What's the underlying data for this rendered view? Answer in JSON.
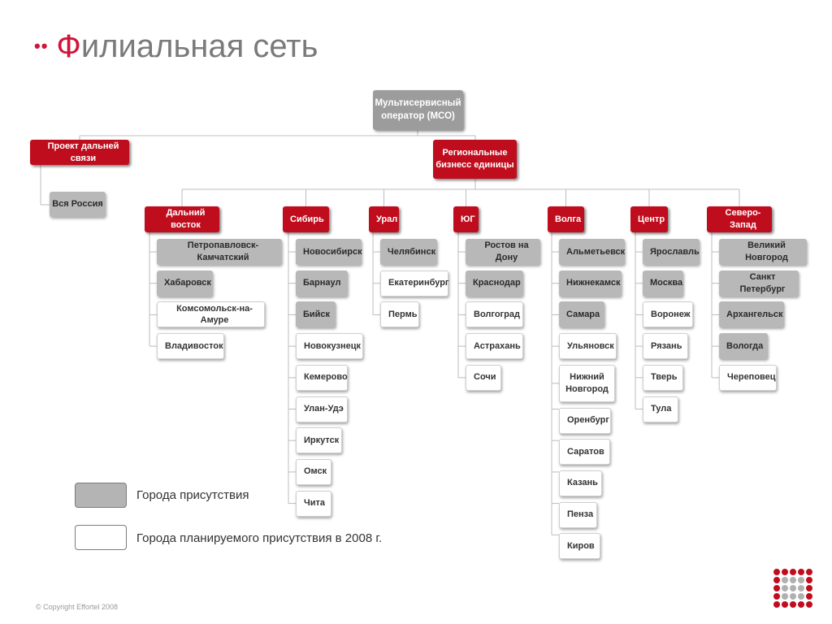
{
  "title": {
    "dots": "••",
    "first_letter": "Ф",
    "rest": "илиальная сеть"
  },
  "root": "Мультисервисный\nоператор (МСО)",
  "branches": {
    "long_distance": "Проект дальней связи",
    "regional": "Региональные\nбизнесс единицы"
  },
  "long_distance_child": "Вся Россия",
  "regions": [
    {
      "name": "Дальний восток",
      "cities": [
        {
          "name": "Петропавловск-Камчатский",
          "status": "present"
        },
        {
          "name": "Хабаровск",
          "status": "present"
        },
        {
          "name": "Комсомольск-на-Амуре",
          "status": "planned"
        },
        {
          "name": "Владивосток",
          "status": "planned"
        }
      ]
    },
    {
      "name": "Сибирь",
      "cities": [
        {
          "name": "Новосибирск",
          "status": "present"
        },
        {
          "name": "Барнаул",
          "status": "present"
        },
        {
          "name": "Бийск",
          "status": "present"
        },
        {
          "name": "Новокузнецк",
          "status": "planned"
        },
        {
          "name": "Кемерово",
          "status": "planned"
        },
        {
          "name": "Улан-Удэ",
          "status": "planned"
        },
        {
          "name": "Иркутск",
          "status": "planned"
        },
        {
          "name": "Омск",
          "status": "planned"
        },
        {
          "name": "Чита",
          "status": "planned"
        }
      ]
    },
    {
      "name": "Урал",
      "cities": [
        {
          "name": "Челябинск",
          "status": "present"
        },
        {
          "name": "Екатеринбург",
          "status": "planned"
        },
        {
          "name": "Пермь",
          "status": "planned"
        }
      ]
    },
    {
      "name": "ЮГ",
      "cities": [
        {
          "name": "Ростов на Дону",
          "status": "present"
        },
        {
          "name": "Краснодар",
          "status": "present"
        },
        {
          "name": "Волгоград",
          "status": "planned"
        },
        {
          "name": "Астрахань",
          "status": "planned"
        },
        {
          "name": "Сочи",
          "status": "planned"
        }
      ]
    },
    {
      "name": "Волга",
      "cities": [
        {
          "name": "Альметьевск",
          "status": "present"
        },
        {
          "name": "Нижнекамск",
          "status": "present"
        },
        {
          "name": "Самара",
          "status": "present"
        },
        {
          "name": "Ульяновск",
          "status": "planned"
        },
        {
          "name": "Нижний\nНовгород",
          "status": "planned"
        },
        {
          "name": "Оренбург",
          "status": "planned"
        },
        {
          "name": "Саратов",
          "status": "planned"
        },
        {
          "name": "Казань",
          "status": "planned"
        },
        {
          "name": "Пенза",
          "status": "planned"
        },
        {
          "name": "Киров",
          "status": "planned"
        }
      ]
    },
    {
      "name": "Центр",
      "cities": [
        {
          "name": "Ярославль",
          "status": "present"
        },
        {
          "name": "Москва",
          "status": "present"
        },
        {
          "name": "Воронеж",
          "status": "planned"
        },
        {
          "name": "Рязань",
          "status": "planned"
        },
        {
          "name": "Тверь",
          "status": "planned"
        },
        {
          "name": "Тула",
          "status": "planned"
        }
      ]
    },
    {
      "name": "Северо-Запад",
      "cities": [
        {
          "name": "Великий Новгород",
          "status": "present"
        },
        {
          "name": "Санкт Петербург",
          "status": "present"
        },
        {
          "name": "Архангельск",
          "status": "present"
        },
        {
          "name": "Вологда",
          "status": "present"
        },
        {
          "name": "Череповец",
          "status": "planned"
        }
      ]
    }
  ],
  "legend": {
    "present": "Города присутствия",
    "planned": "Города планируемого присутствия в 2008 г."
  },
  "copyright": "© Copyright Effortel 2008",
  "colors": {
    "accent_red": "#c00d1e",
    "present_gray": "#b8b8b8",
    "root_gray": "#9c9c9c"
  }
}
